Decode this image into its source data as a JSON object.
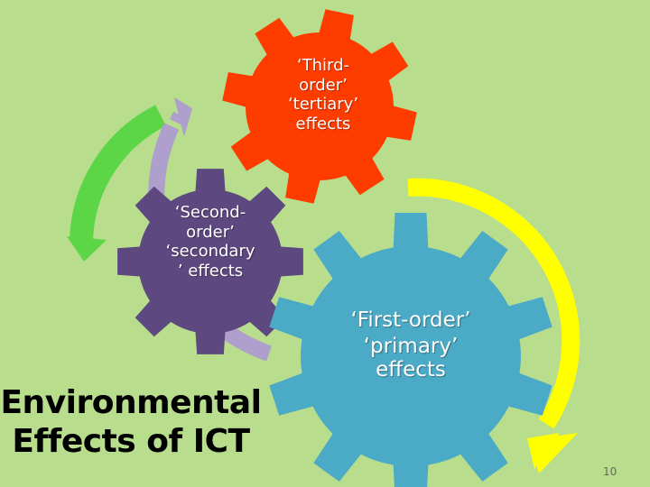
{
  "slide": {
    "title_lines": [
      "Environmental",
      "Effects of ICT"
    ],
    "page_number": "10",
    "background_color": "#b8dd8c"
  },
  "gears": {
    "third": {
      "lines": [
        "‘Third-",
        "order’",
        "‘tertiary’",
        "effects"
      ],
      "color": "#ff3c00"
    },
    "second": {
      "lines": [
        "‘Second-",
        "order’",
        "‘secondary",
        "’ effects"
      ],
      "color": "#5e4880"
    },
    "first": {
      "lines": [
        "‘First-order’",
        "‘primary’",
        "effects"
      ],
      "color": "#4baac6"
    }
  },
  "arrows": {
    "green": {
      "color": "#5cd647",
      "direction": "counter-clockwise-down"
    },
    "lavender": {
      "color": "#ae9fcc",
      "direction": "clockwise-up"
    },
    "yellow": {
      "color": "#ffff00",
      "direction": "clockwise-down"
    }
  }
}
